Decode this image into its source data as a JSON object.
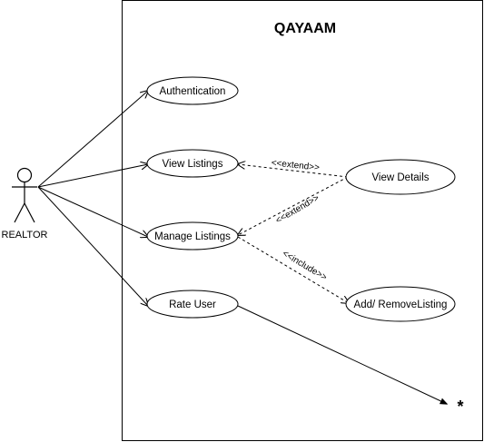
{
  "system": {
    "title": "QAYAAM"
  },
  "actor": {
    "label": "REALTOR"
  },
  "use_cases": {
    "authentication": "Authentication",
    "view_listings": "View Listings",
    "manage_listings": "Manage Listings",
    "rate_user": "Rate User",
    "view_details": "View Details",
    "add_remove_listing": "Add/ RemoveListing"
  },
  "relations": {
    "extend_1": "<<extend>>",
    "extend_2": "<<extend>>",
    "include_1": "<<include>>"
  },
  "loose_end": {
    "mark": "*"
  }
}
